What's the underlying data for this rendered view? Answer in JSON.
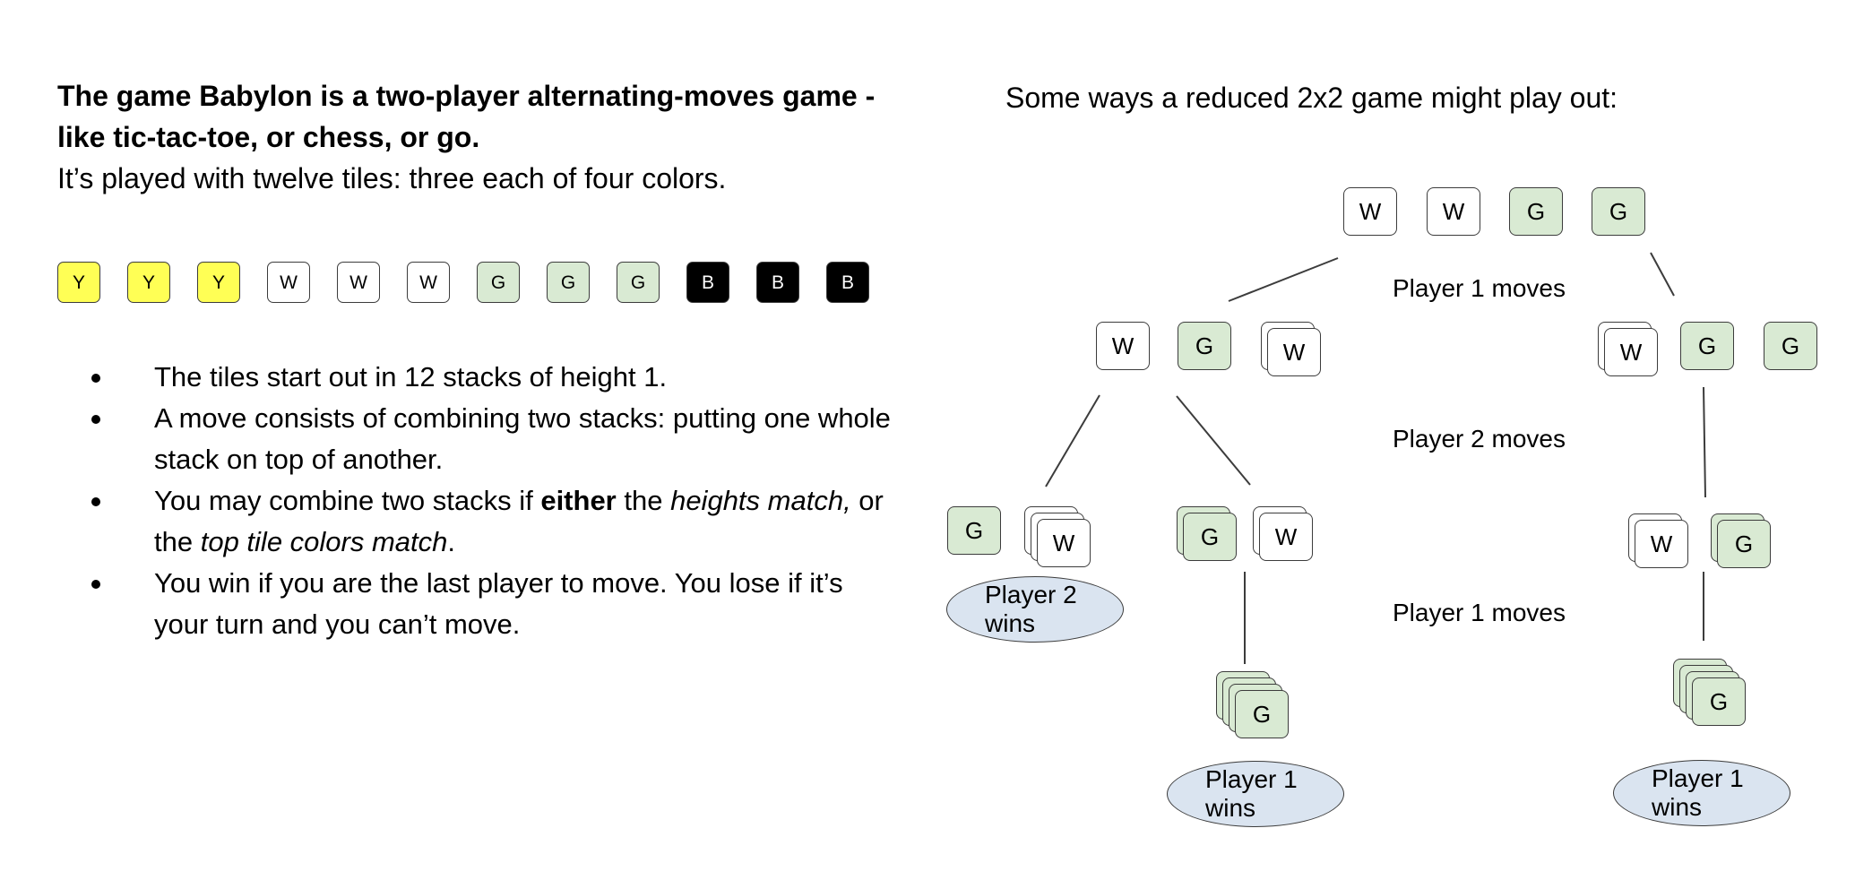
{
  "intro": {
    "bold_line": "The game Babylon is a two-player alternating-moves game - like tic-tac-toe, or chess, or go.",
    "second_line": "It’s played with twelve tiles: three each of four colors."
  },
  "tiles": [
    "Y",
    "Y",
    "Y",
    "W",
    "W",
    "W",
    "G",
    "G",
    "G",
    "B",
    "B",
    "B"
  ],
  "colors": {
    "Y": "#ffff55",
    "W": "#ffffff",
    "G": "#d9ead3",
    "B": "#000000",
    "wins": "#dae4f0"
  },
  "rules": [
    [
      {
        "t": "The tiles start out in 12 stacks of height 1."
      }
    ],
    [
      {
        "t": "A move consists of combining two stacks: putting one whole stack on top of another."
      }
    ],
    [
      {
        "t": "You may combine two stacks if "
      },
      {
        "t": "either",
        "s": "b"
      },
      {
        "t": " the "
      },
      {
        "t": "heights match,",
        "s": "i"
      },
      {
        "t": " or the "
      },
      {
        "t": "top tile colors match",
        "s": "i"
      },
      {
        "t": "."
      }
    ],
    [
      {
        "t": "You win if you are the last player to move.  You lose if it’s your turn and you can’t move."
      }
    ]
  ],
  "diagram": {
    "title": "Some ways a reduced 2x2 game might play out:",
    "move_labels": [
      "Player 1 moves",
      "Player 2 moves",
      "Player 1 moves"
    ],
    "levels": {
      "start": [
        {
          "top": "W",
          "height": 1
        },
        {
          "top": "W",
          "height": 1
        },
        {
          "top": "G",
          "height": 1
        },
        {
          "top": "G",
          "height": 1
        }
      ],
      "l1_left": [
        {
          "top": "W",
          "height": 1
        },
        {
          "top": "G",
          "height": 1
        },
        {
          "top": "W",
          "height": 2
        }
      ],
      "l1_right": [
        {
          "top": "W",
          "height": 2
        },
        {
          "top": "G",
          "height": 1
        },
        {
          "top": "G",
          "height": 1
        }
      ],
      "l2_a": [
        {
          "top": "G",
          "height": 1
        },
        {
          "top": "W",
          "height": 3
        }
      ],
      "l2_b": [
        {
          "top": "G",
          "height": 2
        },
        {
          "top": "W",
          "height": 2
        }
      ],
      "l2_c": [
        {
          "top": "W",
          "height": 2
        },
        {
          "top": "G",
          "height": 2
        }
      ],
      "l3_b": [
        {
          "top": "G",
          "height": 4
        }
      ],
      "l3_c": [
        {
          "top": "G",
          "height": 4
        }
      ]
    },
    "outcomes": [
      [
        "Player 2",
        "wins"
      ],
      [
        "Player 1",
        "wins"
      ],
      [
        "Player 1",
        "wins"
      ]
    ]
  }
}
